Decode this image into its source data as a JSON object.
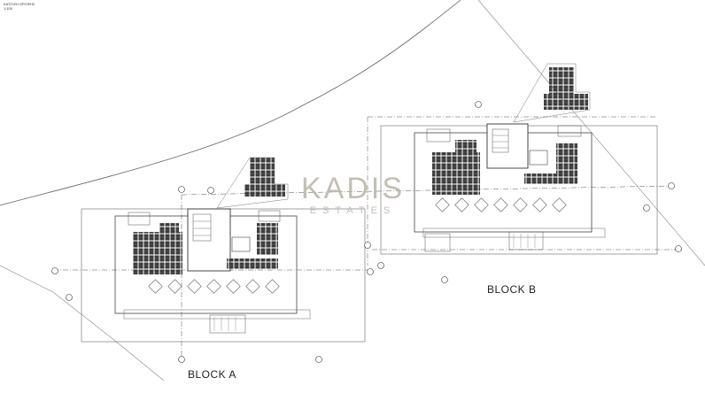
{
  "drawing": {
    "title_line1": "ΚΑΤΟΨΗ ΟΡΟΦΗΣ",
    "title_line2": "1:100"
  },
  "blocks": {
    "a": {
      "label": "BLOCK A"
    },
    "b": {
      "label": "BLOCK B"
    }
  },
  "watermark": {
    "brand": "KADIS",
    "sub": "ESTATES"
  },
  "colors": {
    "line": "#555555",
    "panel": "#3a3a3a",
    "watermark": "#b9b4a8"
  }
}
